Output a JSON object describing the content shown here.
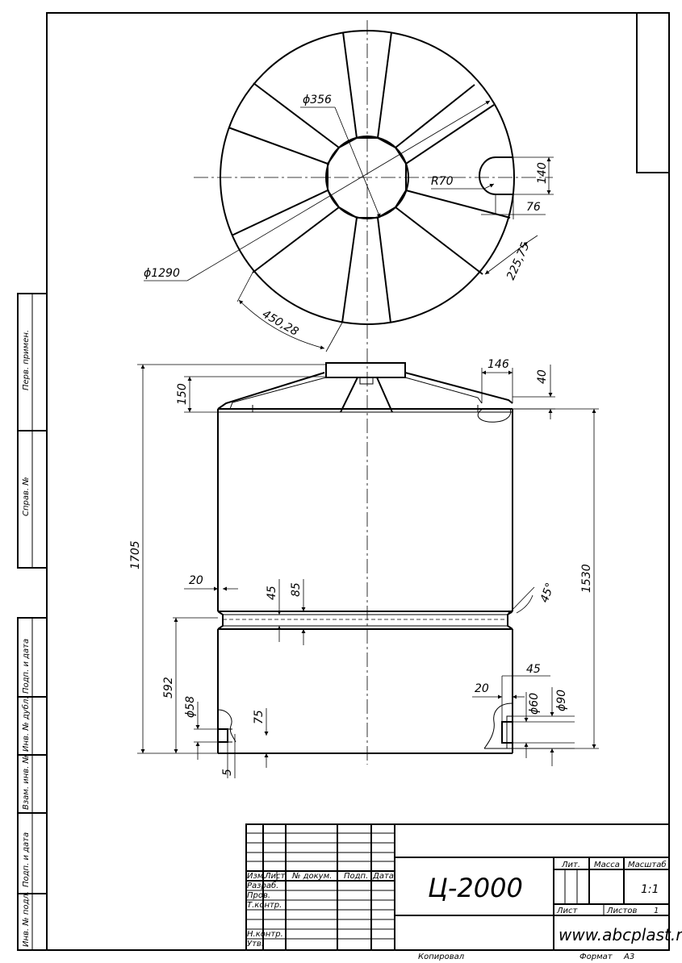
{
  "top_view": {
    "dia_hub": "ϕ356",
    "radius_lug": "R70",
    "dim_140": "140",
    "dim_76": "76",
    "dim_rib": "225,75",
    "dia_outer": "ϕ1290",
    "arc_len": "450,28"
  },
  "front_view": {
    "dim_146": "146",
    "dim_40": "40",
    "dim_150": "150",
    "dim_1705": "1705",
    "dim_1530": "1530",
    "dim_20_left": "20",
    "dim_45_band": "45",
    "dim_85": "85",
    "dim_45deg": "45°",
    "dim_592": "592",
    "dia_58": "ϕ58",
    "dim_75": "75",
    "dim_5": "5",
    "dim_20_right": "20",
    "dim_45_right": "45",
    "dia_60": "ϕ60",
    "dia_90": "ϕ90"
  },
  "side_stamp": {
    "perv_primen": "Перв. примен.",
    "sprav": "Справ. №",
    "podp_data_1": "Подп. и дата",
    "inv_dubl": "Инв. № дубл.",
    "vzam_inv": "Взам. инв. №",
    "podp_data_2": "Подп. и дата",
    "inv_podl": "Инв. № подл."
  },
  "title_block": {
    "col_izm": "Изм.",
    "col_list": "Лист",
    "col_doc": "№ докум.",
    "col_podp": "Подп.",
    "col_data": "Дата",
    "row_razrab": "Разраб.",
    "row_prov": "Пров.",
    "row_tkontr": "Т.контр.",
    "row_nkontr": "Н.контр.",
    "row_utv": "Утв.",
    "designation": "Ц-2000",
    "lit": "Лит.",
    "massa": "Масса",
    "masshtab": "Масштаб",
    "scale": "1:1",
    "list_label": "Лист",
    "listov_label": "Листов",
    "listov_value": "1",
    "company": "www.abcplast.ru",
    "kopiroval": "Копировал",
    "format_label": "Формат",
    "format_value": "А3"
  }
}
